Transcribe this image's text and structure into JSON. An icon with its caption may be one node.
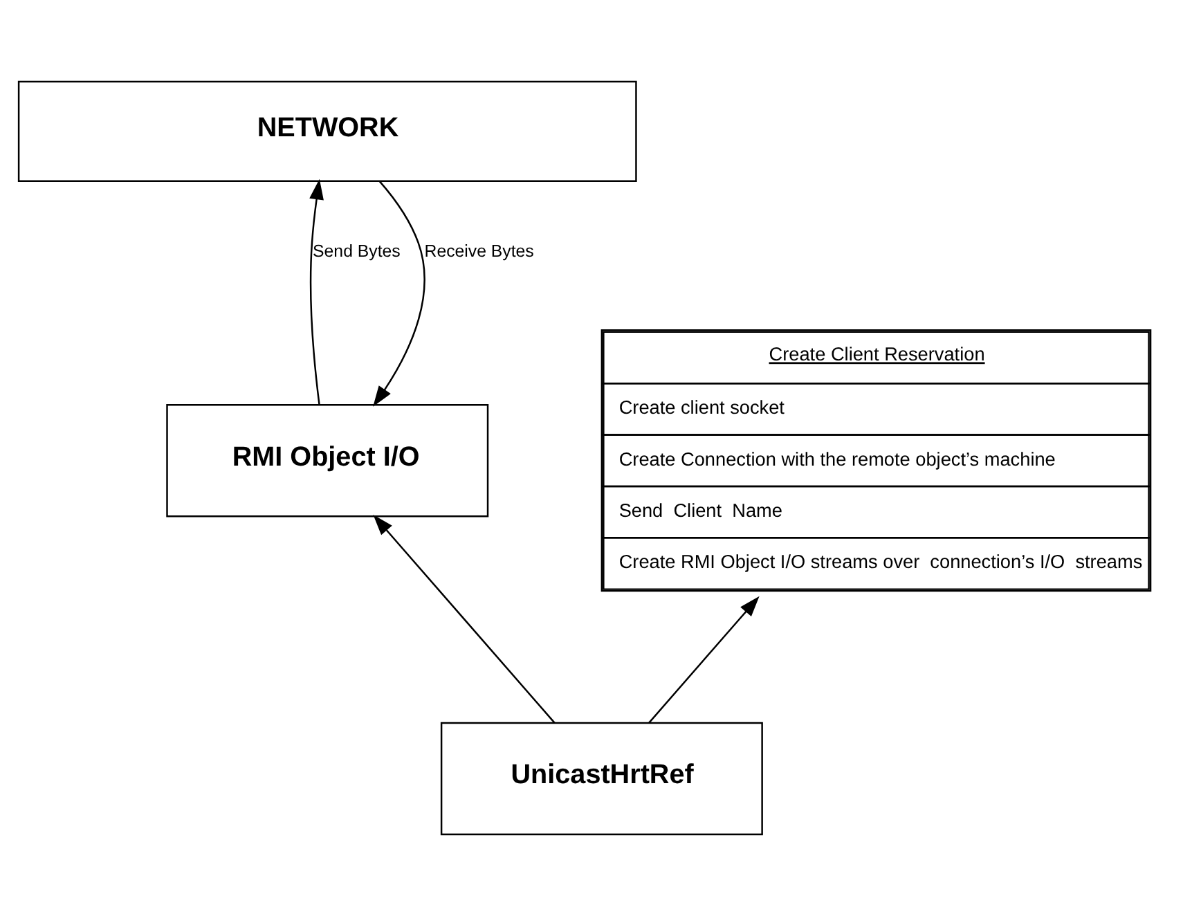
{
  "diagram": {
    "nodes": [
      {
        "text": [
          "NETWORK"
        ]
      },
      {
        "text": [
          "RMI Object I/O"
        ]
      },
      {
        "text": [
          "Create Client Reservation",
          "Create client socket",
          "Create Connection with the remote object’s machine",
          "Send  Client  Name",
          "Create RMI Object I/O streams over  connection’s I/O  streams"
        ]
      },
      {
        "text": [
          "UnicastHrtRef"
        ]
      }
    ],
    "edges": [
      {
        "from": 1,
        "to": 0,
        "arrow": "to",
        "label": "Send Bytes"
      },
      {
        "from": 0,
        "to": 1,
        "arrow": "to",
        "label": "Receive Bytes"
      },
      {
        "from": 3,
        "to": 1,
        "arrow": "to"
      },
      {
        "from": 3,
        "to": 2,
        "arrow": "to"
      }
    ]
  }
}
